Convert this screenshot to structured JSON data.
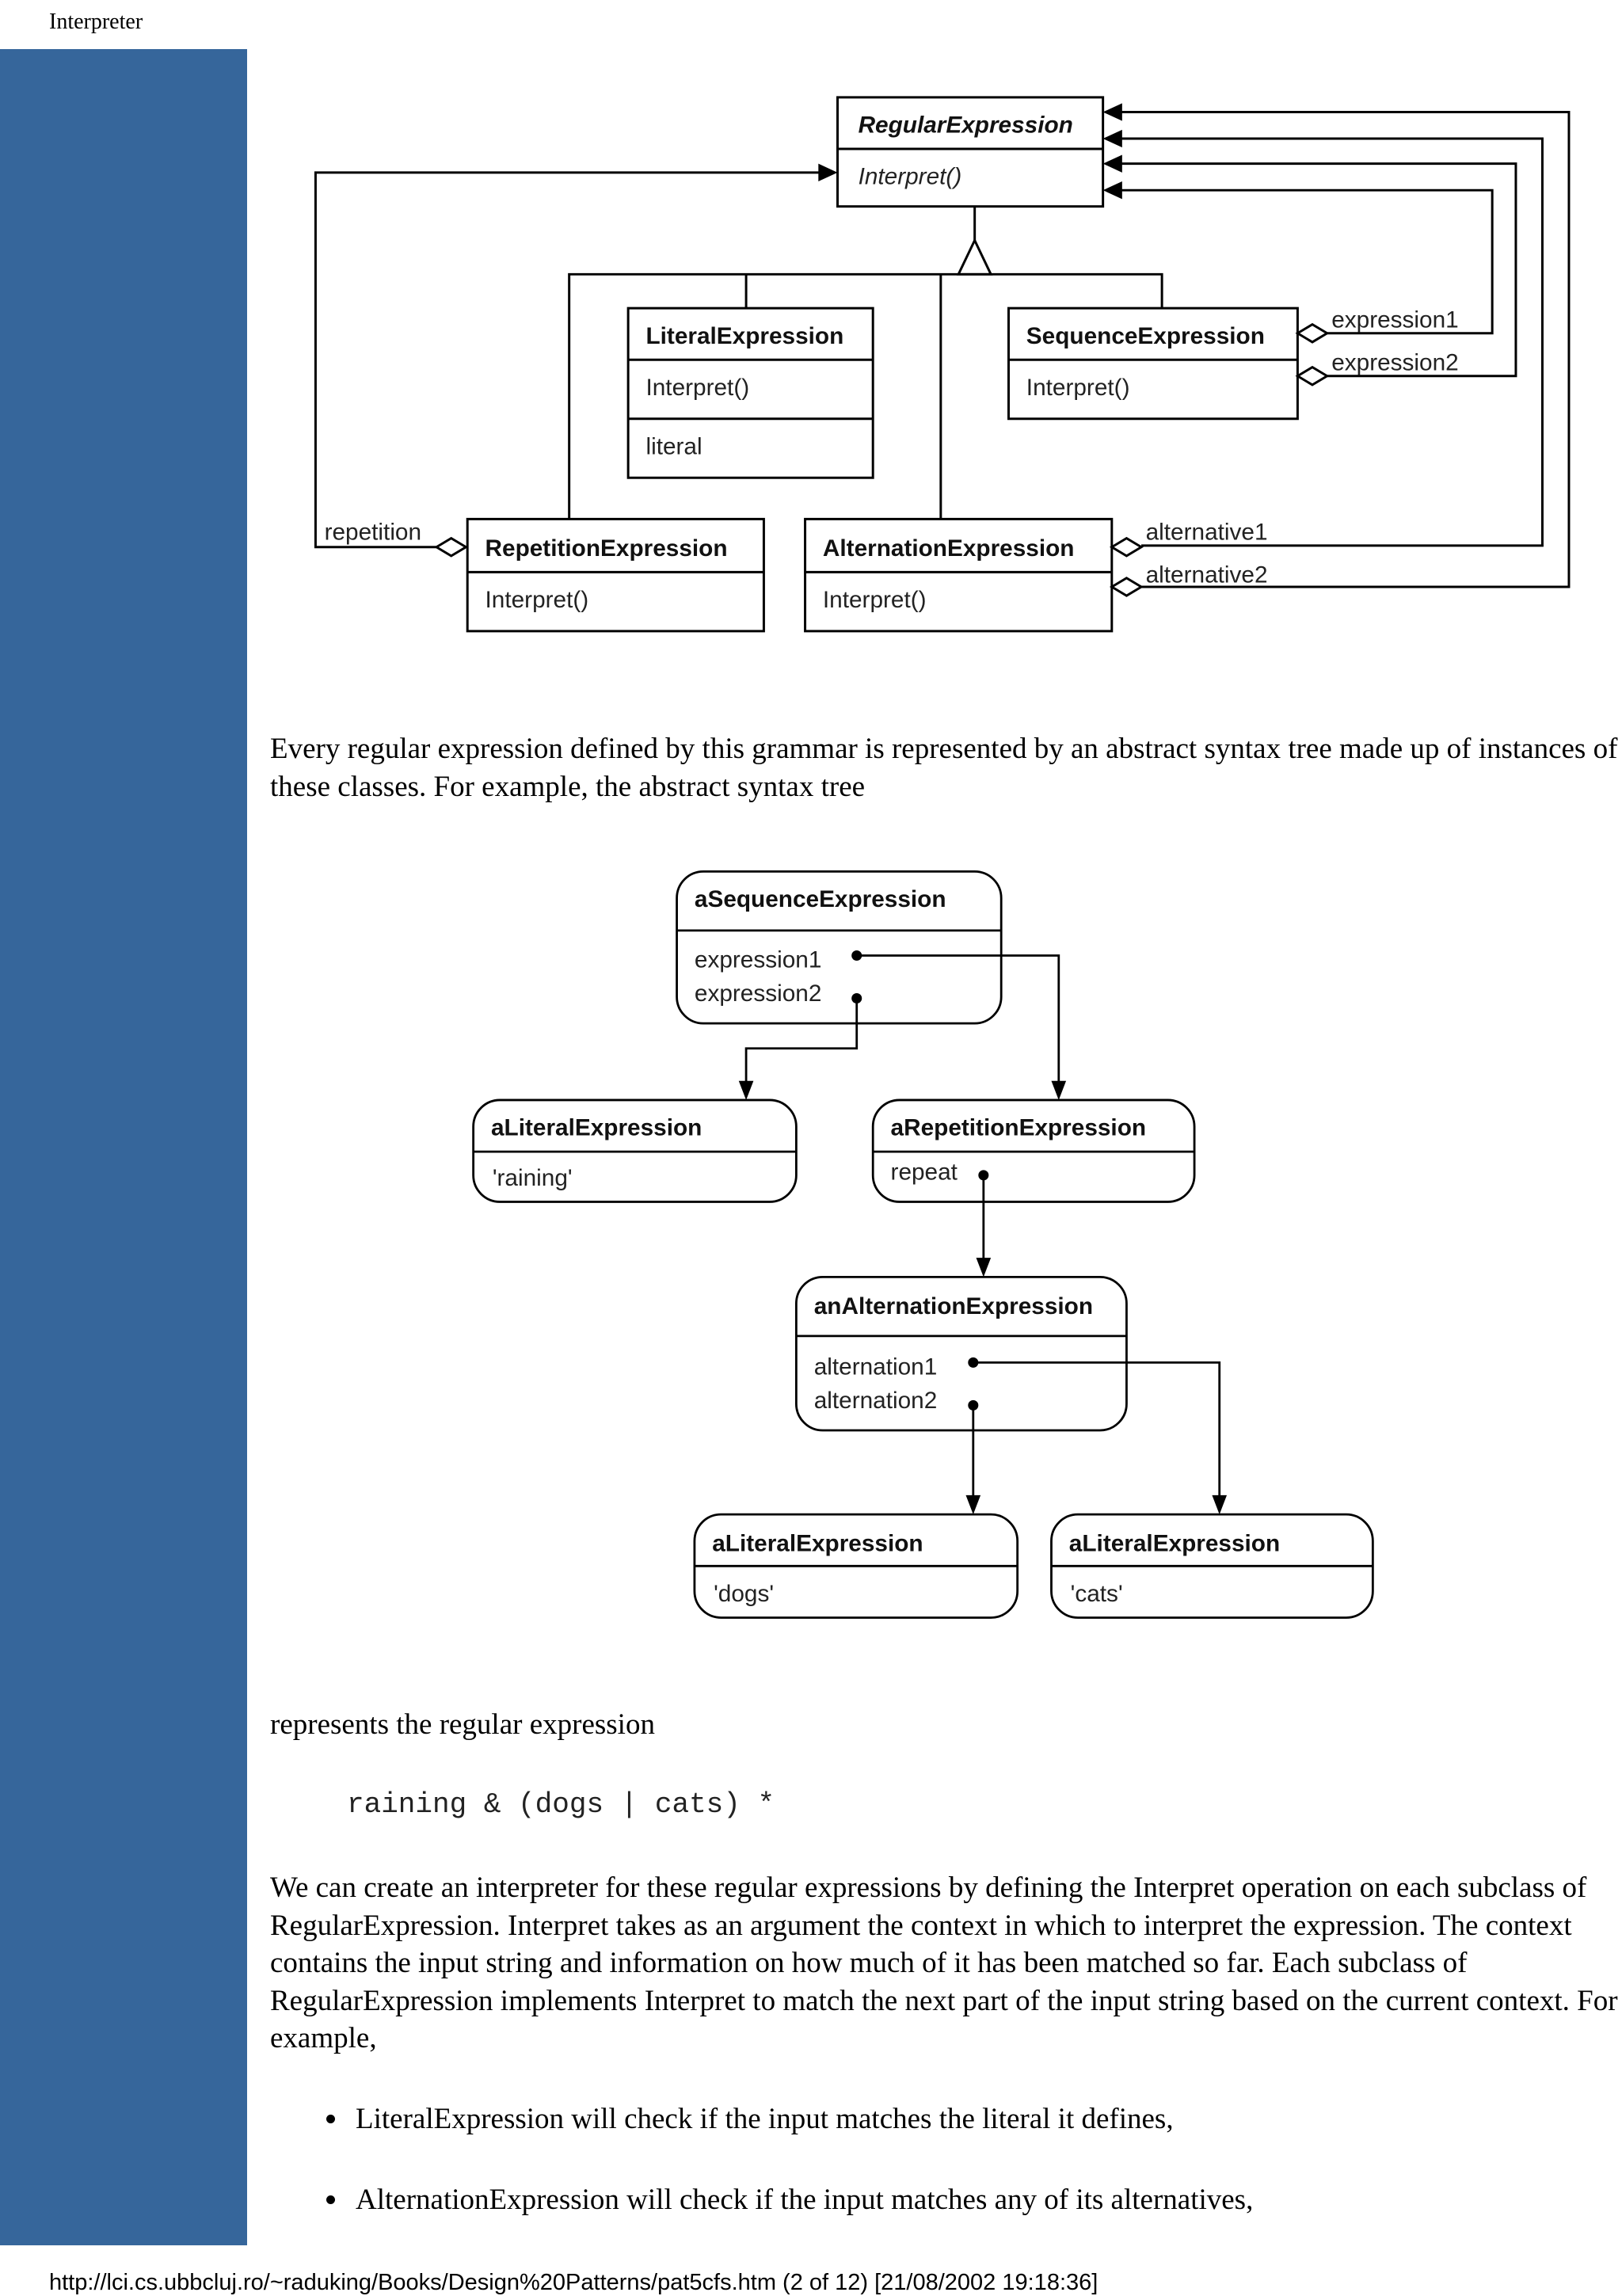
{
  "header": {
    "title": "Interpreter"
  },
  "colors": {
    "sidebar": "#36669b",
    "text": "#000000"
  },
  "class_diagram": {
    "regular_expression": {
      "name": "RegularExpression",
      "op": "Interpret()"
    },
    "literal_expression": {
      "name": "LiteralExpression",
      "op": "Interpret()",
      "attr": "literal"
    },
    "sequence_expression": {
      "name": "SequenceExpression",
      "op": "Interpret()"
    },
    "repetition_expression": {
      "name": "RepetitionExpression",
      "op": "Interpret()"
    },
    "alternation_expression": {
      "name": "AlternationExpression",
      "op": "Interpret()"
    },
    "labels": {
      "expression1": "expression1",
      "expression2": "expression2",
      "repetition": "repetition",
      "alternative1": "alternative1",
      "alternative2": "alternative2"
    }
  },
  "paragraph1": "Every regular expression defined by this grammar is represented by an abstract syntax tree made up of instances of these classes. For example, the abstract syntax tree",
  "object_diagram": {
    "sequence": {
      "name": "aSequenceExpression",
      "f1": "expression1",
      "f2": "expression2"
    },
    "literal_raining": {
      "name": "aLiteralExpression",
      "value": "'raining'"
    },
    "repetition": {
      "name": "aRepetitionExpression",
      "f1": "repeat"
    },
    "alternation": {
      "name": "anAlternationExpression",
      "f1": "alternation1",
      "f2": "alternation2"
    },
    "literal_dogs": {
      "name": "aLiteralExpression",
      "value": "'dogs'"
    },
    "literal_cats": {
      "name": "aLiteralExpression",
      "value": "'cats'"
    }
  },
  "paragraph2": "represents the regular expression",
  "code": "raining & (dogs | cats) *",
  "paragraph3": "We can create an interpreter for these regular expressions by defining the Interpret operation on each subclass of RegularExpression. Interpret takes as an argument the context in which to interpret the expression. The context contains the input string and information on how much of it has been matched so far. Each subclass of RegularExpression implements Interpret to match the next part of the input string based on the current context. For example,",
  "bullets": [
    "LiteralExpression will check if the input matches the literal it defines,",
    "AlternationExpression will check if the input matches any of its alternatives,"
  ],
  "footer": "http://lci.cs.ubbcluj.ro/~raduking/Books/Design%20Patterns/pat5cfs.htm (2 of 12) [21/08/2002 19:18:36]"
}
